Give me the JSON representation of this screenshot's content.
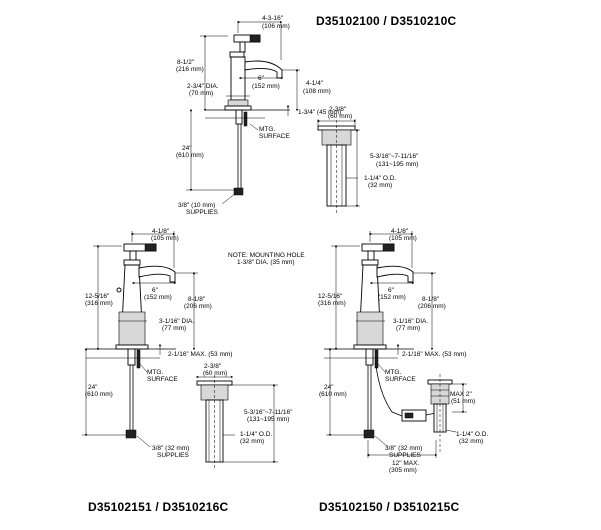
{
  "titles": {
    "top": "D35102100 / D3510210C",
    "bottom_left": "D35102151 / D3510216C",
    "bottom_right": "D35102150 / D3510215C"
  },
  "note": {
    "line1": "NOTE: MOUNTING HOLE",
    "line2": "1-3/8\" DIA. (35 mm)"
  },
  "top_faucet": {
    "spout_reach": [
      "4-3-16\"",
      "(106 mm)"
    ],
    "height": [
      "8-1/2\"",
      "(216 mm)"
    ],
    "spout_depth": [
      "6\"",
      "(152 mm)"
    ],
    "base_dia": [
      "2-3/4\" DIA.",
      "(70 mm)"
    ],
    "spout_height": [
      "4-1/4\"",
      "(108 mm)"
    ],
    "max_deck": [
      "1-3/4\" (45 mm)"
    ],
    "mtg_surface": [
      "MTG.",
      "SURFACE"
    ],
    "supply_length": [
      "24\"",
      "(610 mm)"
    ],
    "supplies": [
      "3/8\" (10 mm)",
      "SUPPLIES"
    ]
  },
  "top_drain": {
    "flange": [
      "2-3/8\"",
      "(60 mm)"
    ],
    "range": [
      "5-3/16\"~7-11/16\"",
      "(131~195 mm)"
    ],
    "od": [
      "1-1/4\" O.D.",
      "(32 mm)"
    ]
  },
  "bl_faucet": {
    "reach": [
      "4-1/8\"",
      "(105 mm)"
    ],
    "height": [
      "12-5/16\"",
      "(316 mm)"
    ],
    "depth": [
      "6\"",
      "(152 mm)"
    ],
    "spout_height": [
      "8-1/8\"",
      "(206 mm)"
    ],
    "base_dia": [
      "3-1/16\" DIA.",
      "(77 mm)"
    ],
    "max_deck": [
      "2-1/16\" MAX. (53 mm)"
    ],
    "mtg_surface": [
      "MTG.",
      "SURFACE"
    ],
    "supply_length": [
      "24\"",
      "(610 mm)"
    ],
    "supplies": [
      "3/8\" (32 mm)",
      "SUPPLIES"
    ]
  },
  "bl_drain": {
    "flange": [
      "2-3/8\"",
      "(60 mm)"
    ],
    "range": [
      "5-3/16\"~7-11/16\"",
      "(131~195 mm)"
    ],
    "od": [
      "1-1/4\" O.D.",
      "(32 mm)"
    ]
  },
  "br_faucet": {
    "reach": [
      "4-1/8\"",
      "(105 mm)"
    ],
    "height": [
      "12-5/16\"",
      "(316 mm)"
    ],
    "depth": [
      "6\"",
      "(152 mm)"
    ],
    "spout_height": [
      "8-1/8\"",
      "(206 mm)"
    ],
    "base_dia": [
      "3-1/16\" DIA.",
      "(77 mm)"
    ],
    "max_deck": [
      "2-1/16\" MAX. (53 mm)"
    ],
    "mtg_surface": [
      "MTG.",
      "SURFACE"
    ],
    "supply_length": [
      "24\"",
      "(610 mm)"
    ],
    "supplies": [
      "3/8\" (32 mm)",
      "SUPPLIES"
    ],
    "rod_max": [
      "12\" MAX.",
      "(305 mm)"
    ]
  },
  "br_drain": {
    "max": [
      "MAX 2\"",
      "(51 mm)"
    ],
    "od": [
      "1-1/4\" O.D.",
      "(32 mm)"
    ]
  }
}
